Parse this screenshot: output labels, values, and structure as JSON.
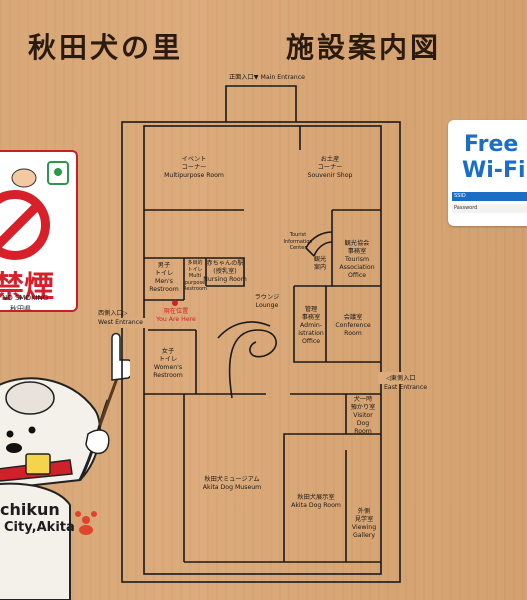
{
  "title": {
    "site": "秋田犬の里",
    "facility": "施設案内図"
  },
  "entrances": {
    "main": "正面入口▼ Main Entrance",
    "west_jp": "西側入口▷",
    "west_en": "West Entrance",
    "east_jp": "◁東側入口",
    "east_en": "East Entrance"
  },
  "rooms": {
    "multipurpose": {
      "jp": "イベント\nコーナー",
      "en": "Multipurpose Room"
    },
    "souvenir": {
      "jp": "お土産\nコーナー",
      "en": "Souvenir Shop"
    },
    "tourist_info": {
      "en": "Tourist\nInformation\nCenter",
      "jp": "観光\n案内"
    },
    "tourism_assoc": {
      "jp": "観光協会\n事務室",
      "en": "Tourism\nAssociation\nOffice"
    },
    "mens": {
      "jp": "男子\nトイレ",
      "en": "Men's\nRestroom"
    },
    "multi_purpose": {
      "jp": "多目的\nトイレ",
      "en": "Multi\npurpose\nRestroom"
    },
    "nursing": {
      "jp": "赤ちゃんの駅\n(授乳室)",
      "en": "Nursing Room"
    },
    "lounge": {
      "jp": "ラウンジ",
      "en": "Lounge"
    },
    "admin": {
      "jp": "管理\n事務室",
      "en": "Admin-\nistration\nOffice"
    },
    "conference": {
      "jp": "会議室",
      "en": "Conference\nRoom"
    },
    "you_are_here": {
      "jp": "現在位置",
      "en": "You Are Here"
    },
    "womens": {
      "jp": "女子\nトイレ",
      "en": "Women's\nRestroom"
    },
    "visitor_dog": {
      "jp": "犬一時\n預かり室",
      "en": "Visitor\nDog\nRoom"
    },
    "museum": {
      "jp": "秋田犬ミュージアム",
      "en": "Akita Dog Museum"
    },
    "dog_room": {
      "jp": "秋田犬展示室",
      "en": "Akita Dog Room"
    },
    "viewing": {
      "jp": "外側\n見学室",
      "en": "Viewing\nGallery"
    }
  },
  "no_smoking": {
    "kanji": "禁煙",
    "en": "NO SMOKING",
    "pref": "秋田県"
  },
  "wifi": {
    "line1": "Free",
    "line2": "Wi-Fi",
    "ssid_label": "SSID",
    "password_label": "Password"
  },
  "brand": {
    "name": "chikun",
    "sub": "City,Akita"
  },
  "colors": {
    "board": "#d9a878",
    "line": "#1a1a1a",
    "red": "#d0202a",
    "wifi_blue": "#1a6fc4"
  }
}
